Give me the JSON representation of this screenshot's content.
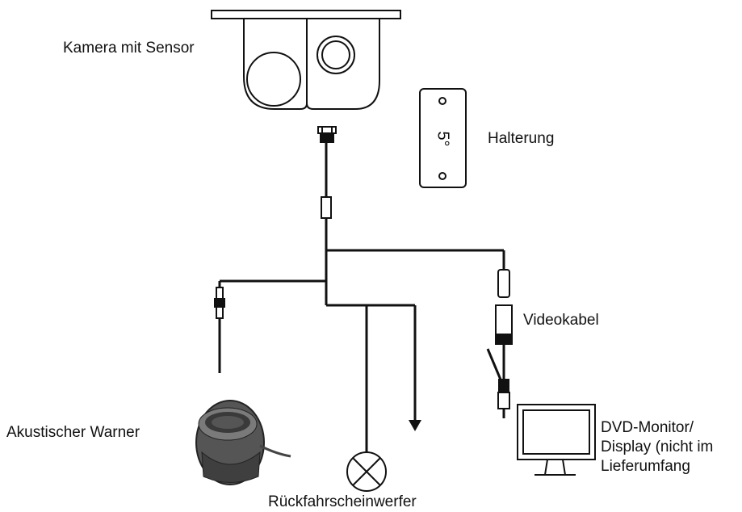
{
  "labels": {
    "camera": "Kamera mit Sensor",
    "bracket": "Halterung",
    "bracket_angle": "5°",
    "video_cable": "Videokabel",
    "acoustic_warner": "Akustischer Warner",
    "reverse_light": "Rückfahrscheinwerfer",
    "monitor": [
      "DVD-Monitor/",
      "Display (nicht im",
      "Lieferumfang"
    ]
  },
  "colors": {
    "line": "#111111",
    "background": "#ffffff"
  }
}
